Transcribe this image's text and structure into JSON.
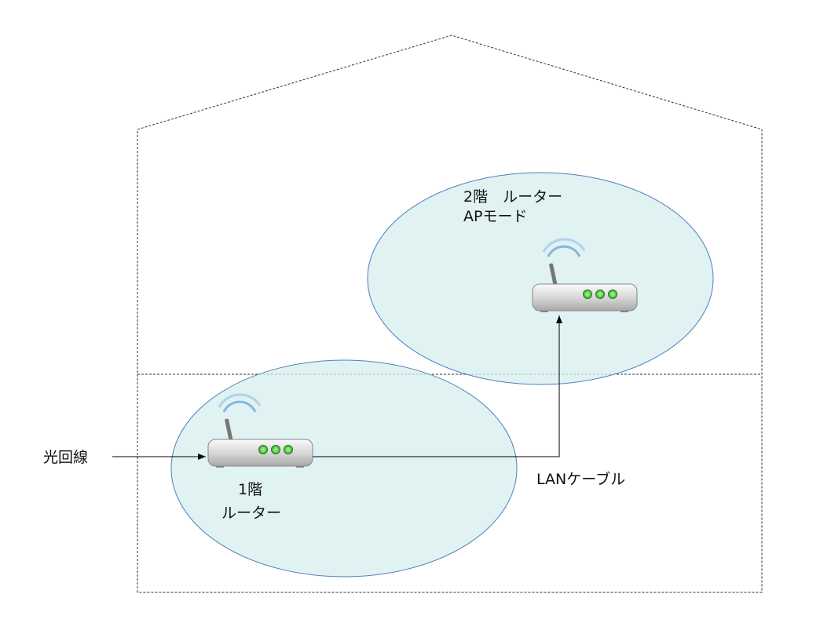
{
  "labels": {
    "fiber_line": "光回線",
    "lan_cable": "LANケーブル",
    "router1_floor": "1階",
    "router1_name": "ルーター",
    "router2_line1": "2階　ルーター",
    "router2_line2": "APモード"
  },
  "colors": {
    "coverage_fill": "#d6eeee",
    "coverage_stroke": "#4f7fbf",
    "led": "#3bbf3b"
  }
}
